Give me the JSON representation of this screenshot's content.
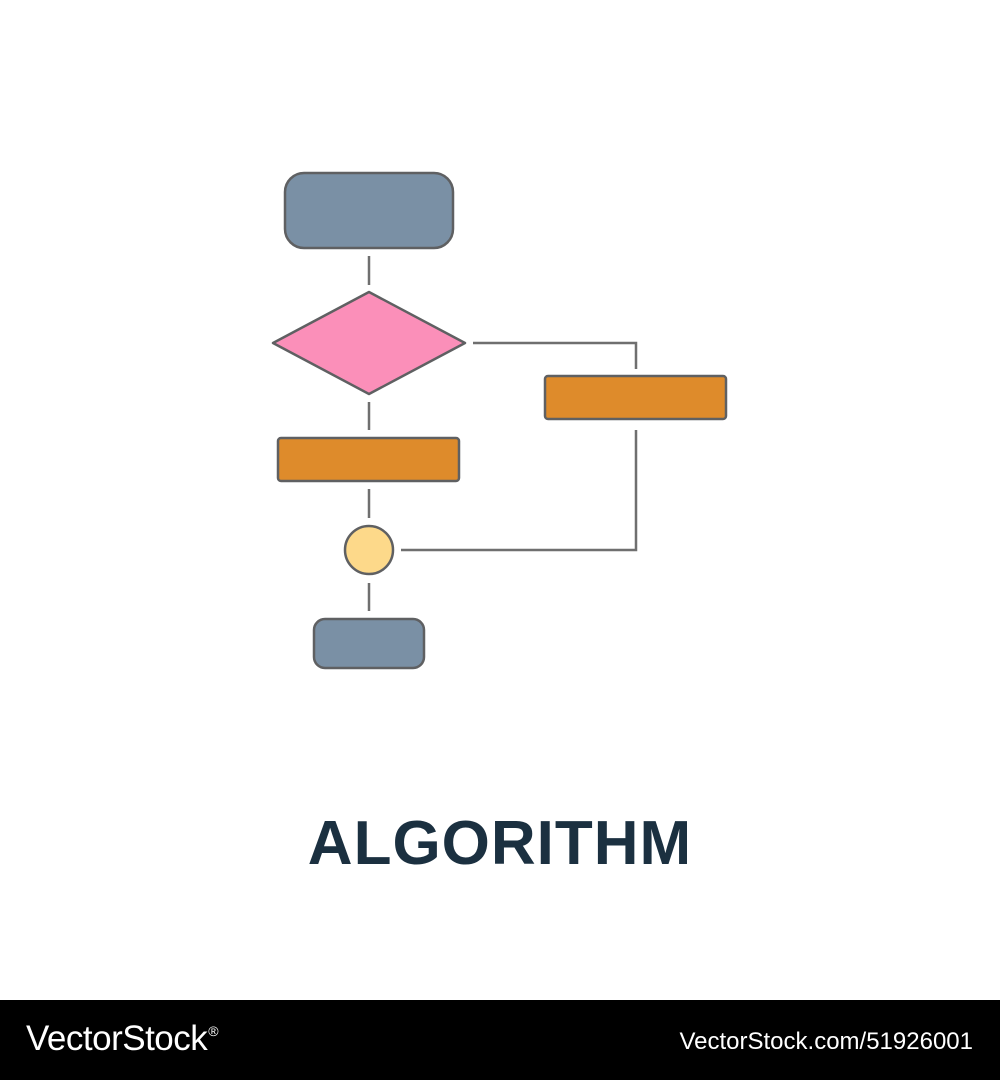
{
  "caption": "ALGORITHM",
  "footer": {
    "brand": "VectorStock",
    "brand_mark": "®",
    "image_id": "VectorStock.com/51926001"
  },
  "colors": {
    "terminator": "#7a90a5",
    "decision": "#fb8fb9",
    "process": "#de8b2b",
    "connector": "#fdd98a",
    "outline": "#5f6062",
    "line": "#6f6f6f",
    "caption": "#1b3040",
    "footer_background": "#000000",
    "footer_text": "#ffffff"
  },
  "icons": {
    "diagram": "algorithm-flowchart-icon"
  }
}
